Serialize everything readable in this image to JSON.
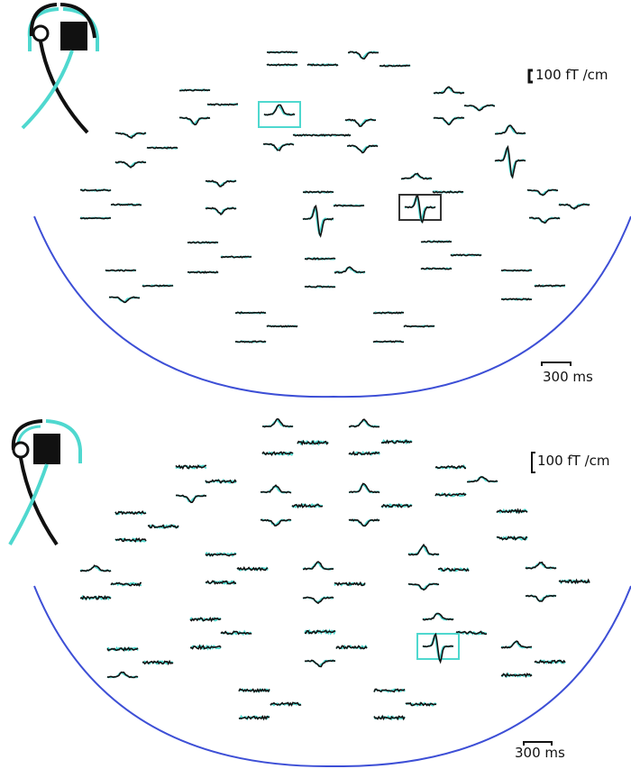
{
  "colors": {
    "trace_a": "#111111",
    "trace_b": "#4fd8cf",
    "helmet": "#3d4fd6",
    "highlight_a": "#4fd8cf",
    "highlight_b": "#333333"
  },
  "icons": [
    "head-laterality-icon"
  ],
  "panels": [
    {
      "id": "top",
      "amplitude_label": "100 fT /cm",
      "time_label": "300 ms",
      "sensor_pairs": [
        [
          [
            313,
            58,
            "f",
            0,
            0
          ],
          [
            313,
            72,
            "f",
            0,
            0
          ]
        ],
        [
          [
            403,
            58,
            "d",
            1,
            0
          ],
          [
            438,
            73,
            "f",
            0,
            0
          ]
        ],
        [
          [
            358,
            72,
            "f",
            0,
            0
          ]
        ],
        [
          [
            216,
            100,
            "f",
            0,
            0
          ],
          [
            247,
            116,
            "f",
            0,
            0
          ]
        ],
        [
          [
            216,
            131,
            "d",
            1,
            0
          ]
        ],
        [
          [
            310,
            127,
            "p",
            1.4,
            1
          ],
          [
            309,
            160,
            "d",
            1,
            0
          ],
          [
            342,
            150,
            "f",
            0,
            0
          ]
        ],
        [
          [
            400,
            133,
            "d",
            1,
            0
          ],
          [
            402,
            162,
            "d",
            1,
            0
          ],
          [
            372,
            150,
            "f",
            0,
            0
          ]
        ],
        [
          [
            498,
            103,
            "p",
            0.8,
            0
          ],
          [
            532,
            117,
            "d",
            0.8,
            0
          ],
          [
            498,
            131,
            "d",
            1,
            0
          ]
        ],
        [
          [
            566,
            148,
            "p",
            1.2,
            0
          ],
          [
            566,
            178,
            "b",
            1.8,
            0
          ]
        ],
        [
          [
            145,
            148,
            "d",
            0.7,
            0
          ],
          [
            145,
            180,
            "d",
            0.8,
            0
          ],
          [
            180,
            164,
            "f",
            0,
            0
          ]
        ],
        [
          [
            106,
            211,
            "f",
            0,
            0
          ],
          [
            106,
            242,
            "f",
            0,
            0
          ],
          [
            140,
            227,
            "f",
            0,
            0
          ]
        ],
        [
          [
            245,
            201,
            "d",
            0.8,
            0
          ],
          [
            245,
            231,
            "d",
            0.9,
            0
          ]
        ],
        [
          [
            353,
            213,
            "f",
            0,
            0
          ],
          [
            353,
            243,
            "b",
            1.8,
            0
          ],
          [
            387,
            228,
            "f",
            0,
            0
          ]
        ],
        [
          [
            462,
            198,
            "p",
            0.7,
            0
          ],
          [
            466,
            230,
            "b",
            1.6,
            1
          ],
          [
            497,
            213,
            "f",
            0,
            0
          ]
        ],
        [
          [
            602,
            211,
            "d",
            0.8,
            0
          ],
          [
            604,
            242,
            "d",
            0.7,
            0
          ],
          [
            637,
            227,
            "d",
            0.6,
            0
          ]
        ],
        [
          [
            225,
            269,
            "f",
            0,
            0
          ],
          [
            225,
            302,
            "f",
            0,
            0
          ],
          [
            262,
            285,
            "f",
            0,
            0
          ]
        ],
        [
          [
            355,
            287,
            "f",
            0,
            0
          ],
          [
            355,
            318,
            "f",
            0,
            0
          ],
          [
            388,
            302,
            "p",
            0.7,
            0
          ]
        ],
        [
          [
            484,
            268,
            "f",
            0,
            0
          ],
          [
            484,
            298,
            "f",
            0,
            0
          ],
          [
            517,
            283,
            "f",
            0,
            0
          ]
        ],
        [
          [
            134,
            300,
            "f",
            0,
            0
          ],
          [
            138,
            330,
            "d",
            0.8,
            0
          ],
          [
            175,
            317,
            "f",
            0,
            0
          ]
        ],
        [
          [
            573,
            300,
            "f",
            0,
            0
          ],
          [
            573,
            332,
            "f",
            0,
            0
          ],
          [
            610,
            317,
            "f",
            0,
            0
          ]
        ],
        [
          [
            278,
            347,
            "f",
            0,
            0
          ],
          [
            278,
            379,
            "f",
            0,
            0
          ],
          [
            313,
            362,
            "f",
            0,
            0
          ]
        ],
        [
          [
            431,
            347,
            "f",
            0,
            0
          ],
          [
            431,
            379,
            "f",
            0,
            0
          ],
          [
            465,
            362,
            "f",
            0,
            0
          ]
        ]
      ]
    },
    {
      "id": "bottom",
      "amplitude_label": "100 fT /cm",
      "time_label": "300 ms",
      "sensor_pairs": [
        [
          [
            308,
            28,
            "p",
            1,
            0
          ],
          [
            308,
            58,
            "r",
            0.6,
            0
          ]
        ],
        [
          [
            404,
            28,
            "p",
            1,
            0
          ],
          [
            404,
            58,
            "r",
            0.6,
            0
          ]
        ],
        [
          [
            347,
            46,
            "r",
            0.6,
            0
          ],
          [
            440,
            45,
            "r",
            0.6,
            0
          ]
        ],
        [
          [
            212,
            73,
            "r",
            0.6,
            0
          ],
          [
            212,
            105,
            "d",
            1,
            0
          ],
          [
            245,
            89,
            "r",
            0.6,
            0
          ]
        ],
        [
          [
            306,
            101,
            "p",
            0.9,
            0
          ],
          [
            306,
            132,
            "d",
            0.9,
            0
          ],
          [
            341,
            116,
            "r",
            0.6,
            0
          ]
        ],
        [
          [
            404,
            101,
            "p",
            1.2,
            0
          ],
          [
            404,
            132,
            "d",
            1,
            0
          ],
          [
            440,
            116,
            "r",
            0.6,
            0
          ]
        ],
        [
          [
            500,
            73,
            "r",
            0.6,
            0
          ],
          [
            500,
            104,
            "r",
            0.6,
            0
          ],
          [
            535,
            89,
            "p",
            0.7,
            0
          ]
        ],
        [
          [
            568,
            122,
            "r",
            0.6,
            0
          ],
          [
            568,
            152,
            "r",
            0.6,
            0
          ]
        ],
        [
          [
            145,
            124,
            "r",
            0.6,
            0
          ],
          [
            145,
            154,
            "r",
            0.6,
            0
          ],
          [
            181,
            139,
            "r",
            0.6,
            0
          ]
        ],
        [
          [
            245,
            170,
            "r",
            0.6,
            0
          ],
          [
            245,
            201,
            "r",
            0.6,
            0
          ],
          [
            280,
            186,
            "r",
            0.6,
            0
          ]
        ],
        [
          [
            106,
            188,
            "p",
            0.7,
            0
          ],
          [
            106,
            218,
            "r",
            0.6,
            0
          ],
          [
            140,
            203,
            "r",
            0.6,
            0
          ]
        ],
        [
          [
            353,
            186,
            "p",
            1,
            0
          ],
          [
            353,
            218,
            "d",
            0.8,
            0
          ],
          [
            388,
            203,
            "r",
            0.6,
            0
          ]
        ],
        [
          [
            470,
            170,
            "p",
            1.3,
            0
          ],
          [
            470,
            203,
            "d",
            0.9,
            0
          ],
          [
            503,
            187,
            "r",
            0.6,
            0
          ]
        ],
        [
          [
            600,
            185,
            "p",
            0.8,
            0
          ],
          [
            600,
            216,
            "d",
            0.9,
            0
          ],
          [
            637,
            200,
            "r",
            0.6,
            0
          ]
        ],
        [
          [
            228,
            242,
            "r",
            0.6,
            0
          ],
          [
            228,
            273,
            "r",
            0.6,
            0
          ],
          [
            262,
            257,
            "r",
            0.6,
            0
          ]
        ],
        [
          [
            355,
            256,
            "r",
            0.6,
            0
          ],
          [
            355,
            288,
            "d",
            0.9,
            0
          ],
          [
            390,
            273,
            "r",
            0.6,
            0
          ]
        ],
        [
          [
            486,
            242,
            "p",
            0.9,
            0
          ],
          [
            486,
            272,
            "b",
            1.6,
            1
          ],
          [
            523,
            257,
            "r",
            0.6,
            0
          ]
        ],
        [
          [
            136,
            275,
            "r",
            0.6,
            0
          ],
          [
            136,
            306,
            "p",
            0.7,
            0
          ],
          [
            175,
            290,
            "r",
            0.6,
            0
          ]
        ],
        [
          [
            573,
            273,
            "p",
            0.8,
            0
          ],
          [
            573,
            304,
            "r",
            0.6,
            0
          ],
          [
            610,
            289,
            "r",
            0.6,
            0
          ]
        ],
        [
          [
            282,
            321,
            "r",
            0.6,
            0
          ],
          [
            282,
            351,
            "r",
            0.6,
            0
          ],
          [
            317,
            336,
            "r",
            0.6,
            0
          ]
        ],
        [
          [
            432,
            321,
            "r",
            0.6,
            0
          ],
          [
            432,
            351,
            "r",
            0.6,
            0
          ],
          [
            467,
            336,
            "r",
            0.6,
            0
          ]
        ]
      ]
    }
  ]
}
